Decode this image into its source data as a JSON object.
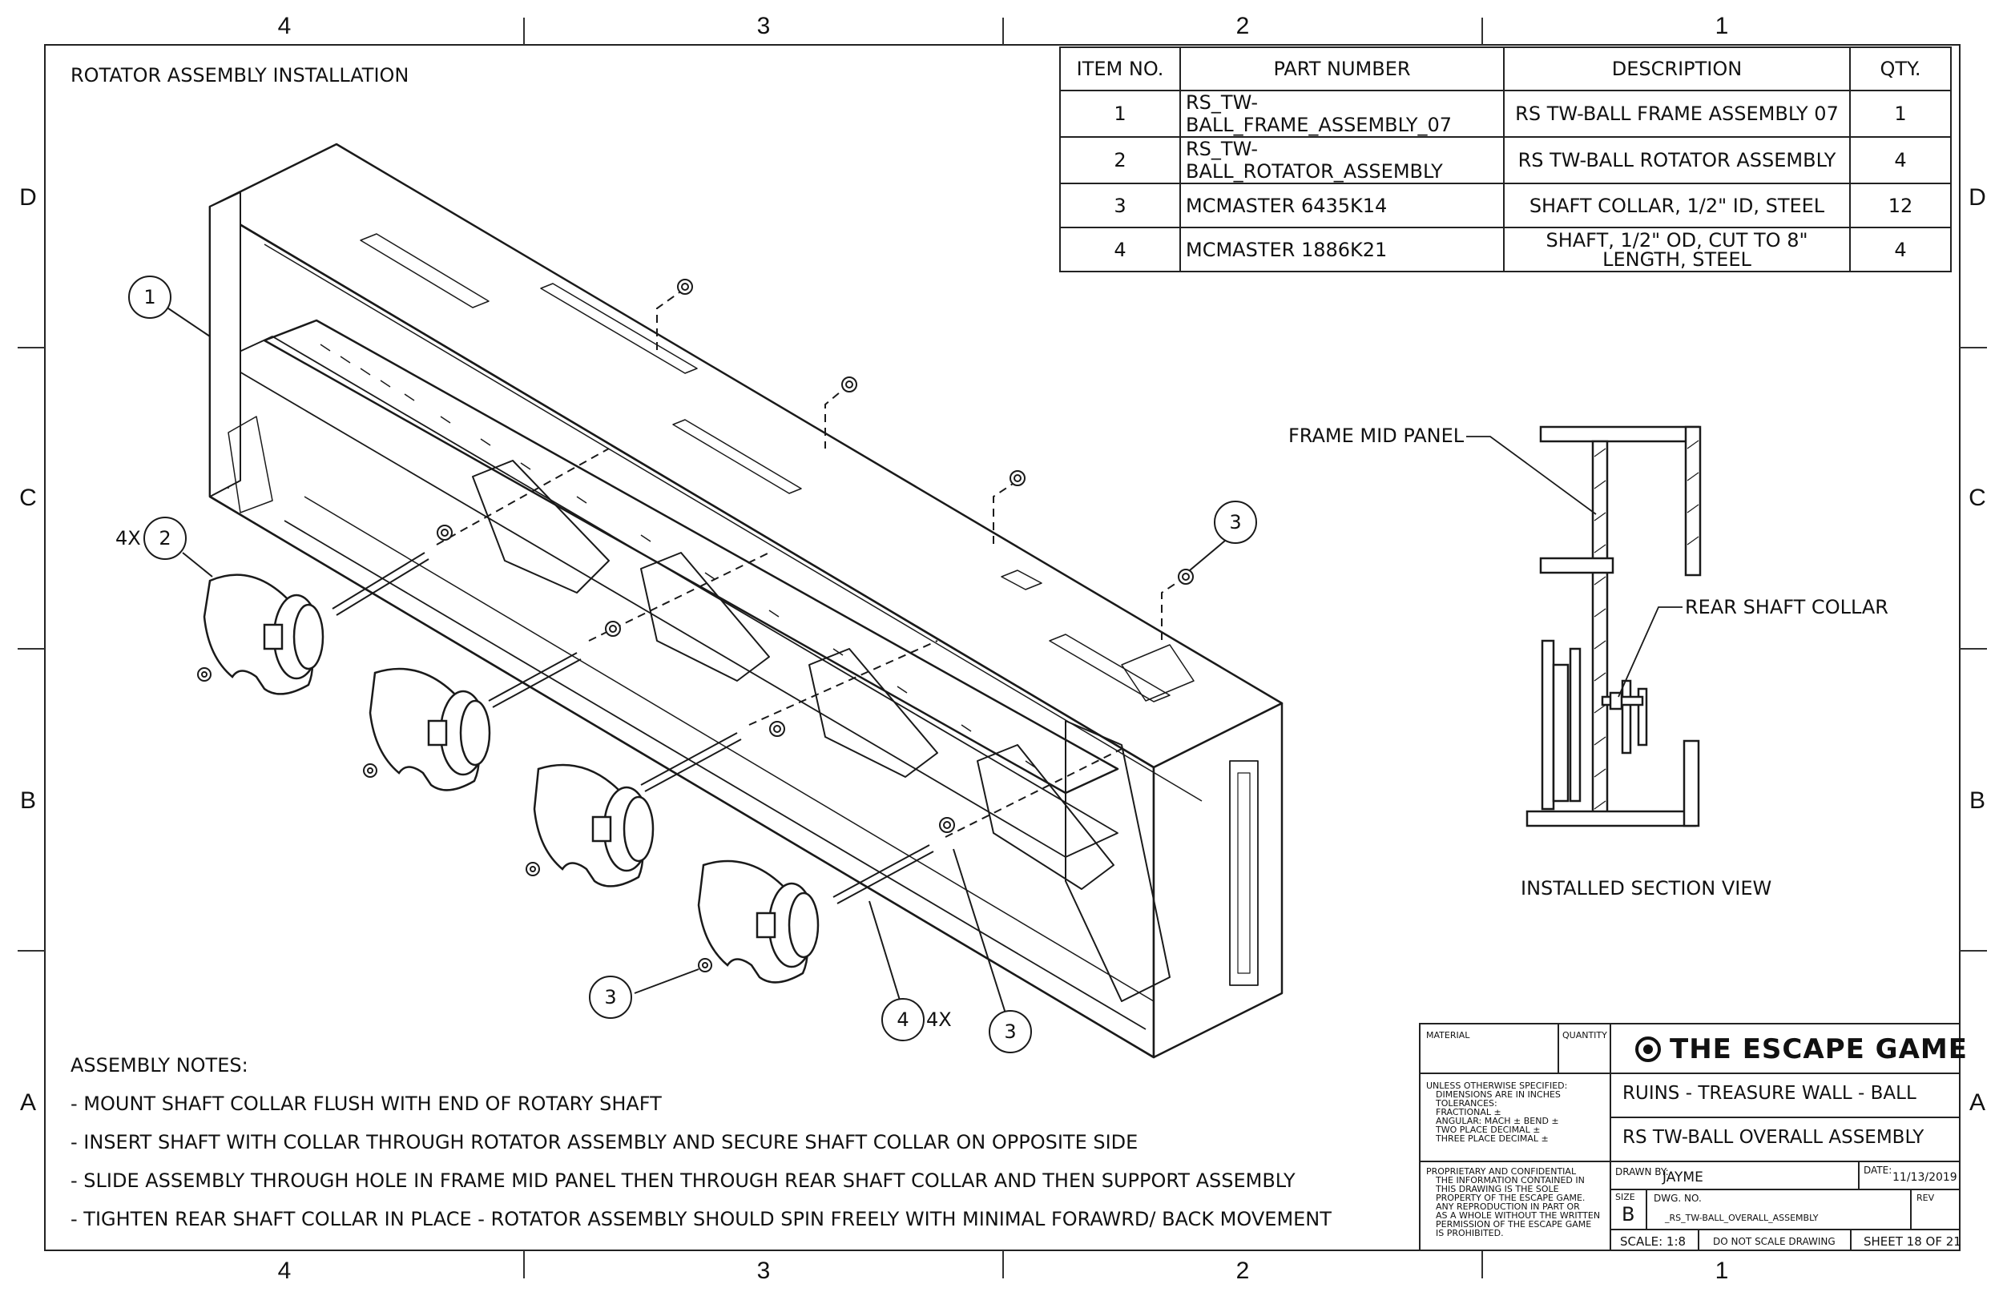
{
  "zones": {
    "columns": [
      "4",
      "3",
      "2",
      "1"
    ],
    "rows": [
      "D",
      "C",
      "B",
      "A"
    ]
  },
  "title": "ROTATOR ASSEMBLY INSTALLATION",
  "bom": {
    "headers": [
      "ITEM NO.",
      "PART NUMBER",
      "DESCRIPTION",
      "QTY."
    ],
    "rows": [
      {
        "item": "1",
        "part": "RS_TW-BALL_FRAME_ASSEMBLY_07",
        "desc": "RS TW-BALL FRAME ASSEMBLY 07",
        "qty": "1"
      },
      {
        "item": "2",
        "part": "RS_TW-BALL_ROTATOR_ASSEMBLY",
        "desc": "RS TW-BALL ROTATOR ASSEMBLY",
        "qty": "4"
      },
      {
        "item": "3",
        "part": "MCMASTER 6435K14",
        "desc": "SHAFT COLLAR, 1/2\" ID, STEEL",
        "qty": "12"
      },
      {
        "item": "4",
        "part": "MCMASTER 1886K21",
        "desc": "SHAFT, 1/2\" OD, CUT TO 8\" LENGTH, STEEL",
        "qty": "4"
      }
    ]
  },
  "balloons": {
    "b1": "1",
    "b2": "2",
    "b2_qty": "4X",
    "b3_right": "3",
    "b3_left": "3",
    "b4": "4",
    "b4_qty": "4X",
    "b3_mid": "3"
  },
  "section": {
    "frame_mid_panel": "FRAME MID PANEL",
    "rear_shaft_collar": "REAR SHAFT COLLAR",
    "caption": "INSTALLED SECTION VIEW"
  },
  "notes": {
    "heading": "ASSEMBLY NOTES:",
    "items": [
      "- MOUNT SHAFT COLLAR FLUSH WITH END OF ROTARY SHAFT",
      "- INSERT SHAFT WITH COLLAR THROUGH ROTATOR ASSEMBLY AND SECURE SHAFT COLLAR ON OPPOSITE SIDE",
      "- SLIDE ASSEMBLY THROUGH HOLE IN FRAME MID PANEL THEN THROUGH REAR SHAFT COLLAR AND THEN SUPPORT ASSEMBLY",
      "- TIGHTEN REAR SHAFT COLLAR IN PLACE - ROTATOR ASSEMBLY SHOULD SPIN FREELY WITH MINIMAL FORAWRD/ BACK MOVEMENT"
    ]
  },
  "title_block": {
    "material": "MATERIAL",
    "quantity": "QUANTITY",
    "company": "THE ESCAPE GAME",
    "tolerances": [
      "UNLESS OTHERWISE SPECIFIED:",
      "DIMENSIONS ARE IN INCHES",
      "TOLERANCES:",
      "FRACTIONAL ±",
      "ANGULAR: MACH ±    BEND ±",
      "TWO PLACE DECIMAL    ±",
      "THREE PLACE DECIMAL  ±"
    ],
    "project": "RUINS - TREASURE WALL - BALL",
    "drawing_title": "RS TW-BALL OVERALL ASSEMBLY",
    "proprietary": [
      "PROPRIETARY AND CONFIDENTIAL",
      "THE INFORMATION CONTAINED IN",
      "THIS DRAWING IS THE SOLE",
      "PROPERTY OF THE ESCAPE GAME.",
      "ANY REPRODUCTION IN PART OR",
      "AS A WHOLE WITHOUT THE WRITTEN",
      "PERMISSION OF THE ESCAPE GAME",
      "IS PROHIBITED."
    ],
    "drawn_by_label": "DRAWN BY:",
    "drawn_by": "JAYME",
    "date_label": "DATE:",
    "date": "11/13/2019",
    "size_label": "SIZE",
    "size": "B",
    "dwg_no_label": "DWG. NO.",
    "dwg_no": "_RS_TW-BALL_OVERALL_ASSEMBLY",
    "rev_label": "REV",
    "scale": "SCALE: 1:8",
    "do_not_scale": "DO NOT SCALE DRAWING",
    "sheet": "SHEET 18 OF 21"
  }
}
